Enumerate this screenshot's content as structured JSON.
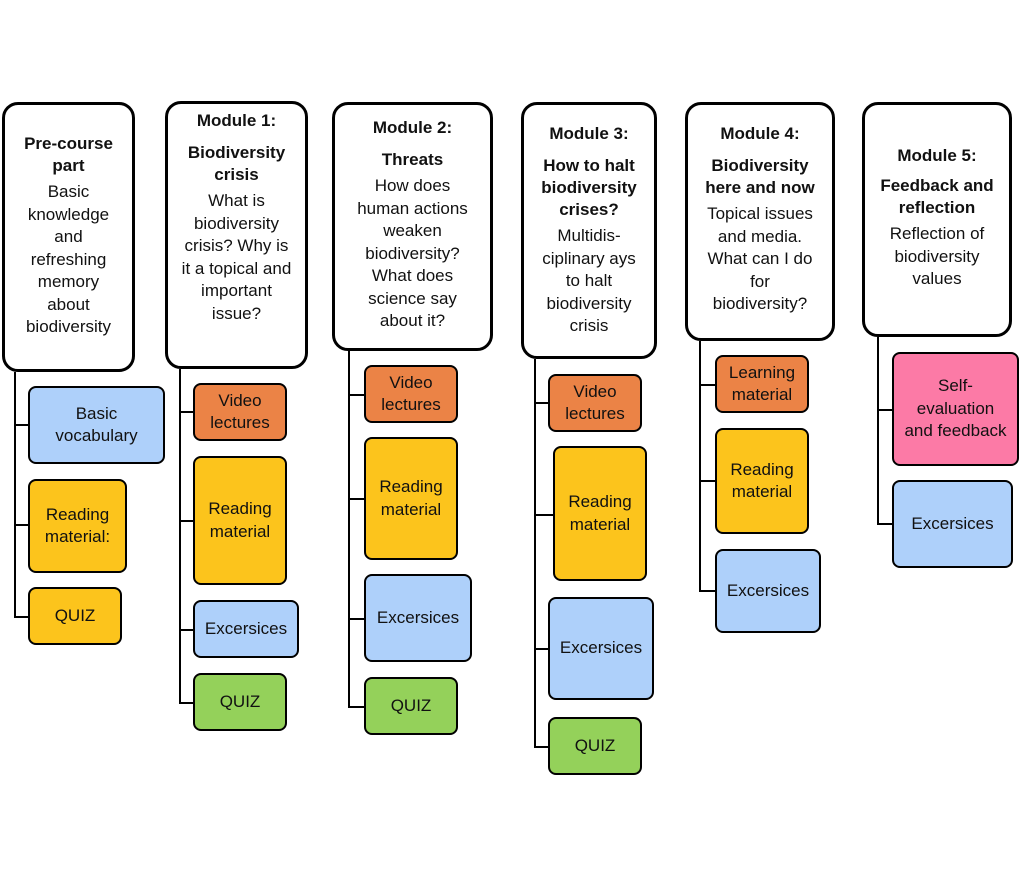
{
  "modules": [
    {
      "title": "Pre-course\npart",
      "subtitle": "",
      "description": "Basic\nknowledge\nand\nrefreshing\nmemory\nabout\nbiodiversity",
      "items": [
        {
          "label": "Basic\nvocabulary",
          "color": "blue"
        },
        {
          "label": "Reading\nmaterial:",
          "color": "yellow"
        },
        {
          "label": "QUIZ",
          "color": "yellow"
        }
      ]
    },
    {
      "title": "Module 1:",
      "subtitle": "Biodiversity\ncrisis",
      "description": "What is\nbiodiversity\ncrisis? Why is\nit a topical and\nimportant\nissue?",
      "items": [
        {
          "label": "Video\nlectures",
          "color": "orange"
        },
        {
          "label": "Reading\nmaterial",
          "color": "yellow"
        },
        {
          "label": "Excersices",
          "color": "blue"
        },
        {
          "label": "QUIZ",
          "color": "green"
        }
      ]
    },
    {
      "title": "Module 2:",
      "subtitle": "Threats",
      "description": "How does\nhuman actions\nweaken\nbiodiversity?\nWhat does\nscience say\nabout it?",
      "items": [
        {
          "label": "Video\nlectures",
          "color": "orange"
        },
        {
          "label": "Reading\nmaterial",
          "color": "yellow"
        },
        {
          "label": "Excersices",
          "color": "blue"
        },
        {
          "label": "QUIZ",
          "color": "green"
        }
      ]
    },
    {
      "title": "Module 3:",
      "subtitle": "How to halt\nbiodiversity\ncrises?",
      "description": "Multidis-\nciplinary ays\nto halt\nbiodiversity\ncrisis",
      "items": [
        {
          "label": "Video\nlectures",
          "color": "orange"
        },
        {
          "label": "Reading\nmaterial",
          "color": "yellow"
        },
        {
          "label": "Excersices",
          "color": "blue"
        },
        {
          "label": "QUIZ",
          "color": "green"
        }
      ]
    },
    {
      "title": "Module 4:",
      "subtitle": "Biodiversity\nhere and now",
      "description": "Topical issues\nand media.\nWhat can I do\nfor\nbiodiversity?",
      "items": [
        {
          "label": "Learning\nmaterial",
          "color": "orange"
        },
        {
          "label": "Reading\nmaterial",
          "color": "yellow"
        },
        {
          "label": "Excersices",
          "color": "blue"
        }
      ]
    },
    {
      "title": "Module 5:",
      "subtitle": "Feedback and\nreflection",
      "description": "Reflection of\nbiodiversity\nvalues",
      "items": [
        {
          "label": "Self-\nevaluation\nand feedback",
          "color": "pink"
        },
        {
          "label": "Excersices",
          "color": "blue"
        }
      ]
    }
  ],
  "colors": {
    "blue": "#aed0fa",
    "yellow": "#fcc41c",
    "orange": "#eb8346",
    "green": "#94d15a",
    "pink": "#fc7aa6",
    "border": "#000000"
  }
}
